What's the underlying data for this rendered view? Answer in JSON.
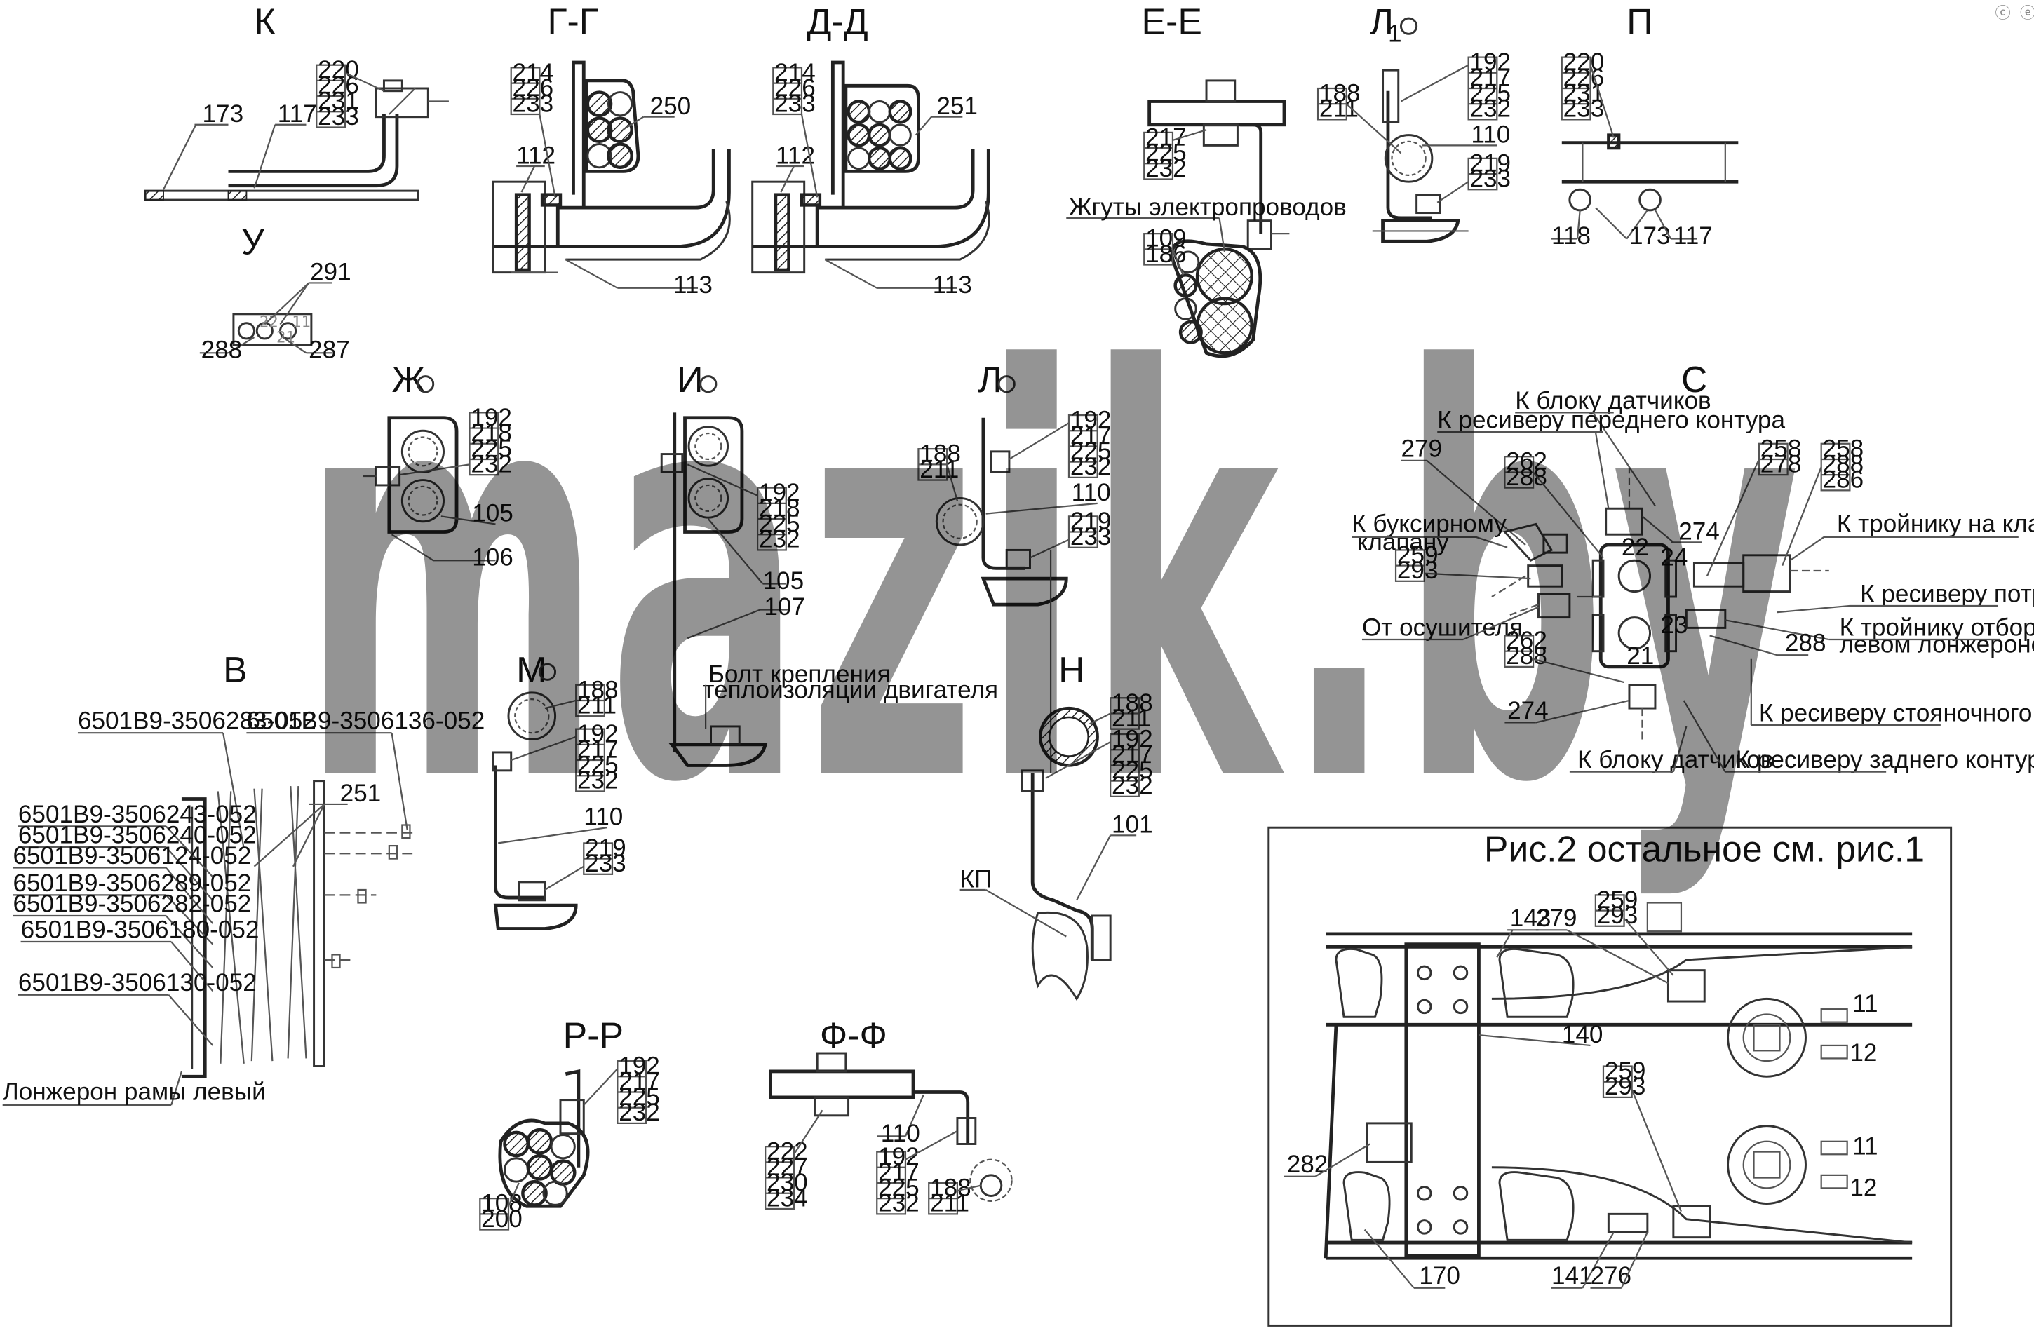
{
  "views": {
    "k": "К",
    "gg": "Г-Г",
    "dd": "Д-Д",
    "ee": "Е-Е",
    "l1": "Л",
    "l1_sub": "1",
    "p": "П",
    "u": "У",
    "zh": "Ж",
    "i": "И",
    "l": "Л",
    "s": "С",
    "v": "В",
    "m": "М",
    "n": "Н",
    "rr": "Р-Р",
    "ff": "Ф-Ф"
  },
  "callouts": {
    "k": {
      "stack": [
        "220",
        "226",
        "231",
        "233"
      ],
      "p173": "173",
      "p117": "117"
    },
    "gg": {
      "stack": [
        "214",
        "226",
        "233"
      ],
      "p250": "250",
      "p112": "112",
      "p113": "113"
    },
    "dd": {
      "stack": [
        "214",
        "226",
        "233"
      ],
      "p251": "251",
      "p112": "112",
      "p113": "113"
    },
    "ee": {
      "stack": [
        "217",
        "225",
        "232"
      ],
      "harness": "Жгуты электропроводов",
      "stack2": [
        "109",
        "186"
      ]
    },
    "l1": {
      "stack_a": [
        "188",
        "211"
      ],
      "stack_b": [
        "192",
        "217",
        "225",
        "232"
      ],
      "p110": "110",
      "stack_c": [
        "219",
        "233"
      ]
    },
    "p": {
      "stack": [
        "220",
        "226",
        "231",
        "233"
      ],
      "p118": "118",
      "p173": "173",
      "p117": "117"
    },
    "u": {
      "p291": "291",
      "p288": "288",
      "p287": "287",
      "r1": "22",
      "r2": "21",
      "r3": "11"
    },
    "zh": {
      "stack": [
        "192",
        "218",
        "225",
        "232"
      ],
      "p105": "105",
      "p106": "106"
    },
    "i": {
      "stack": [
        "192",
        "218",
        "225",
        "232"
      ],
      "p105": "105",
      "p107": "107"
    },
    "l": {
      "stack_a": [
        "188",
        "211"
      ],
      "stack_b": [
        "192",
        "217",
        "225",
        "232"
      ],
      "p110": "110",
      "stack_c": [
        "219",
        "233"
      ]
    },
    "m": {
      "stack_a": [
        "188",
        "211"
      ],
      "stack_b": [
        "192",
        "217",
        "225",
        "232"
      ],
      "p110": "110",
      "stack_c": [
        "219",
        "233"
      ],
      "bolt_1": "Болт крепления",
      "bolt_2": "теплоизоляции двигателя"
    },
    "n": {
      "stack_a": [
        "188",
        "211"
      ],
      "stack_b": [
        "192",
        "217",
        "225",
        "232"
      ],
      "p101": "101",
      "kp": "КП"
    },
    "rr": {
      "stack": [
        "192",
        "217",
        "225",
        "232"
      ],
      "stack2": [
        "108",
        "200"
      ]
    },
    "ff": {
      "stack_a": [
        "222",
        "227",
        "230",
        "234"
      ],
      "p110": "110",
      "stack_b": [
        "192",
        "217",
        "225",
        "232"
      ],
      "stack_c": [
        "188",
        "211"
      ]
    },
    "v": {
      "codes": [
        "6501В9-3506283-052",
        "6501В9-3506136-052",
        "6501В9-3506243-052",
        "6501В9-3506240-052",
        "6501В9-3506124-052",
        "6501В9-3506289-052",
        "6501В9-3506282-052",
        "6501В9-3506180-052",
        "6501В9-3506130-052"
      ],
      "p251": "251",
      "spar": "Лонжерон рамы левый"
    },
    "s": {
      "sensor_top": "К блоку датчиков",
      "front_receiver": "К ресиверу переднего контура",
      "p279": "279",
      "stack_262a": [
        "262",
        "288"
      ],
      "p274a": "274",
      "stack_258a": [
        "258",
        "278"
      ],
      "stack_258b": [
        "258",
        "288",
        "286"
      ],
      "towing_1": "К буксирному",
      "towing_2": "клапану",
      "stack_259": [
        "259",
        "293"
      ],
      "lock_tee": "К тройнику на клапане блокировки",
      "consumers": "К ресиверу потребителей",
      "dryer": "От осушителя",
      "tee_1": "К тройнику отбора воздуха на",
      "tee_2": "левом лонжероне",
      "p288": "288",
      "stack_262b": [
        "262",
        "288"
      ],
      "park": "К ресиверу стояночного контура",
      "p274b": "274",
      "sensor_bottom": "К блоку датчиков",
      "rear_receiver": "К ресиверу заднего контура",
      "port22": "22",
      "port24": "24",
      "port23": "23",
      "port21": "21"
    }
  },
  "fig2": {
    "title": "Рис.2 остальное см. рис.1",
    "p143": "143",
    "p279": "279",
    "stack_259a": [
      "259",
      "293"
    ],
    "p140": "140",
    "stack_259b": [
      "259",
      "293"
    ],
    "p282": "282",
    "p170": "170",
    "p141": "141",
    "p276": "276",
    "p11a": "11",
    "p12a": "12",
    "p11b": "11",
    "p12b": "12"
  },
  "watermark": "mazik.by",
  "corner_mark": "ⓒ ⓔ"
}
